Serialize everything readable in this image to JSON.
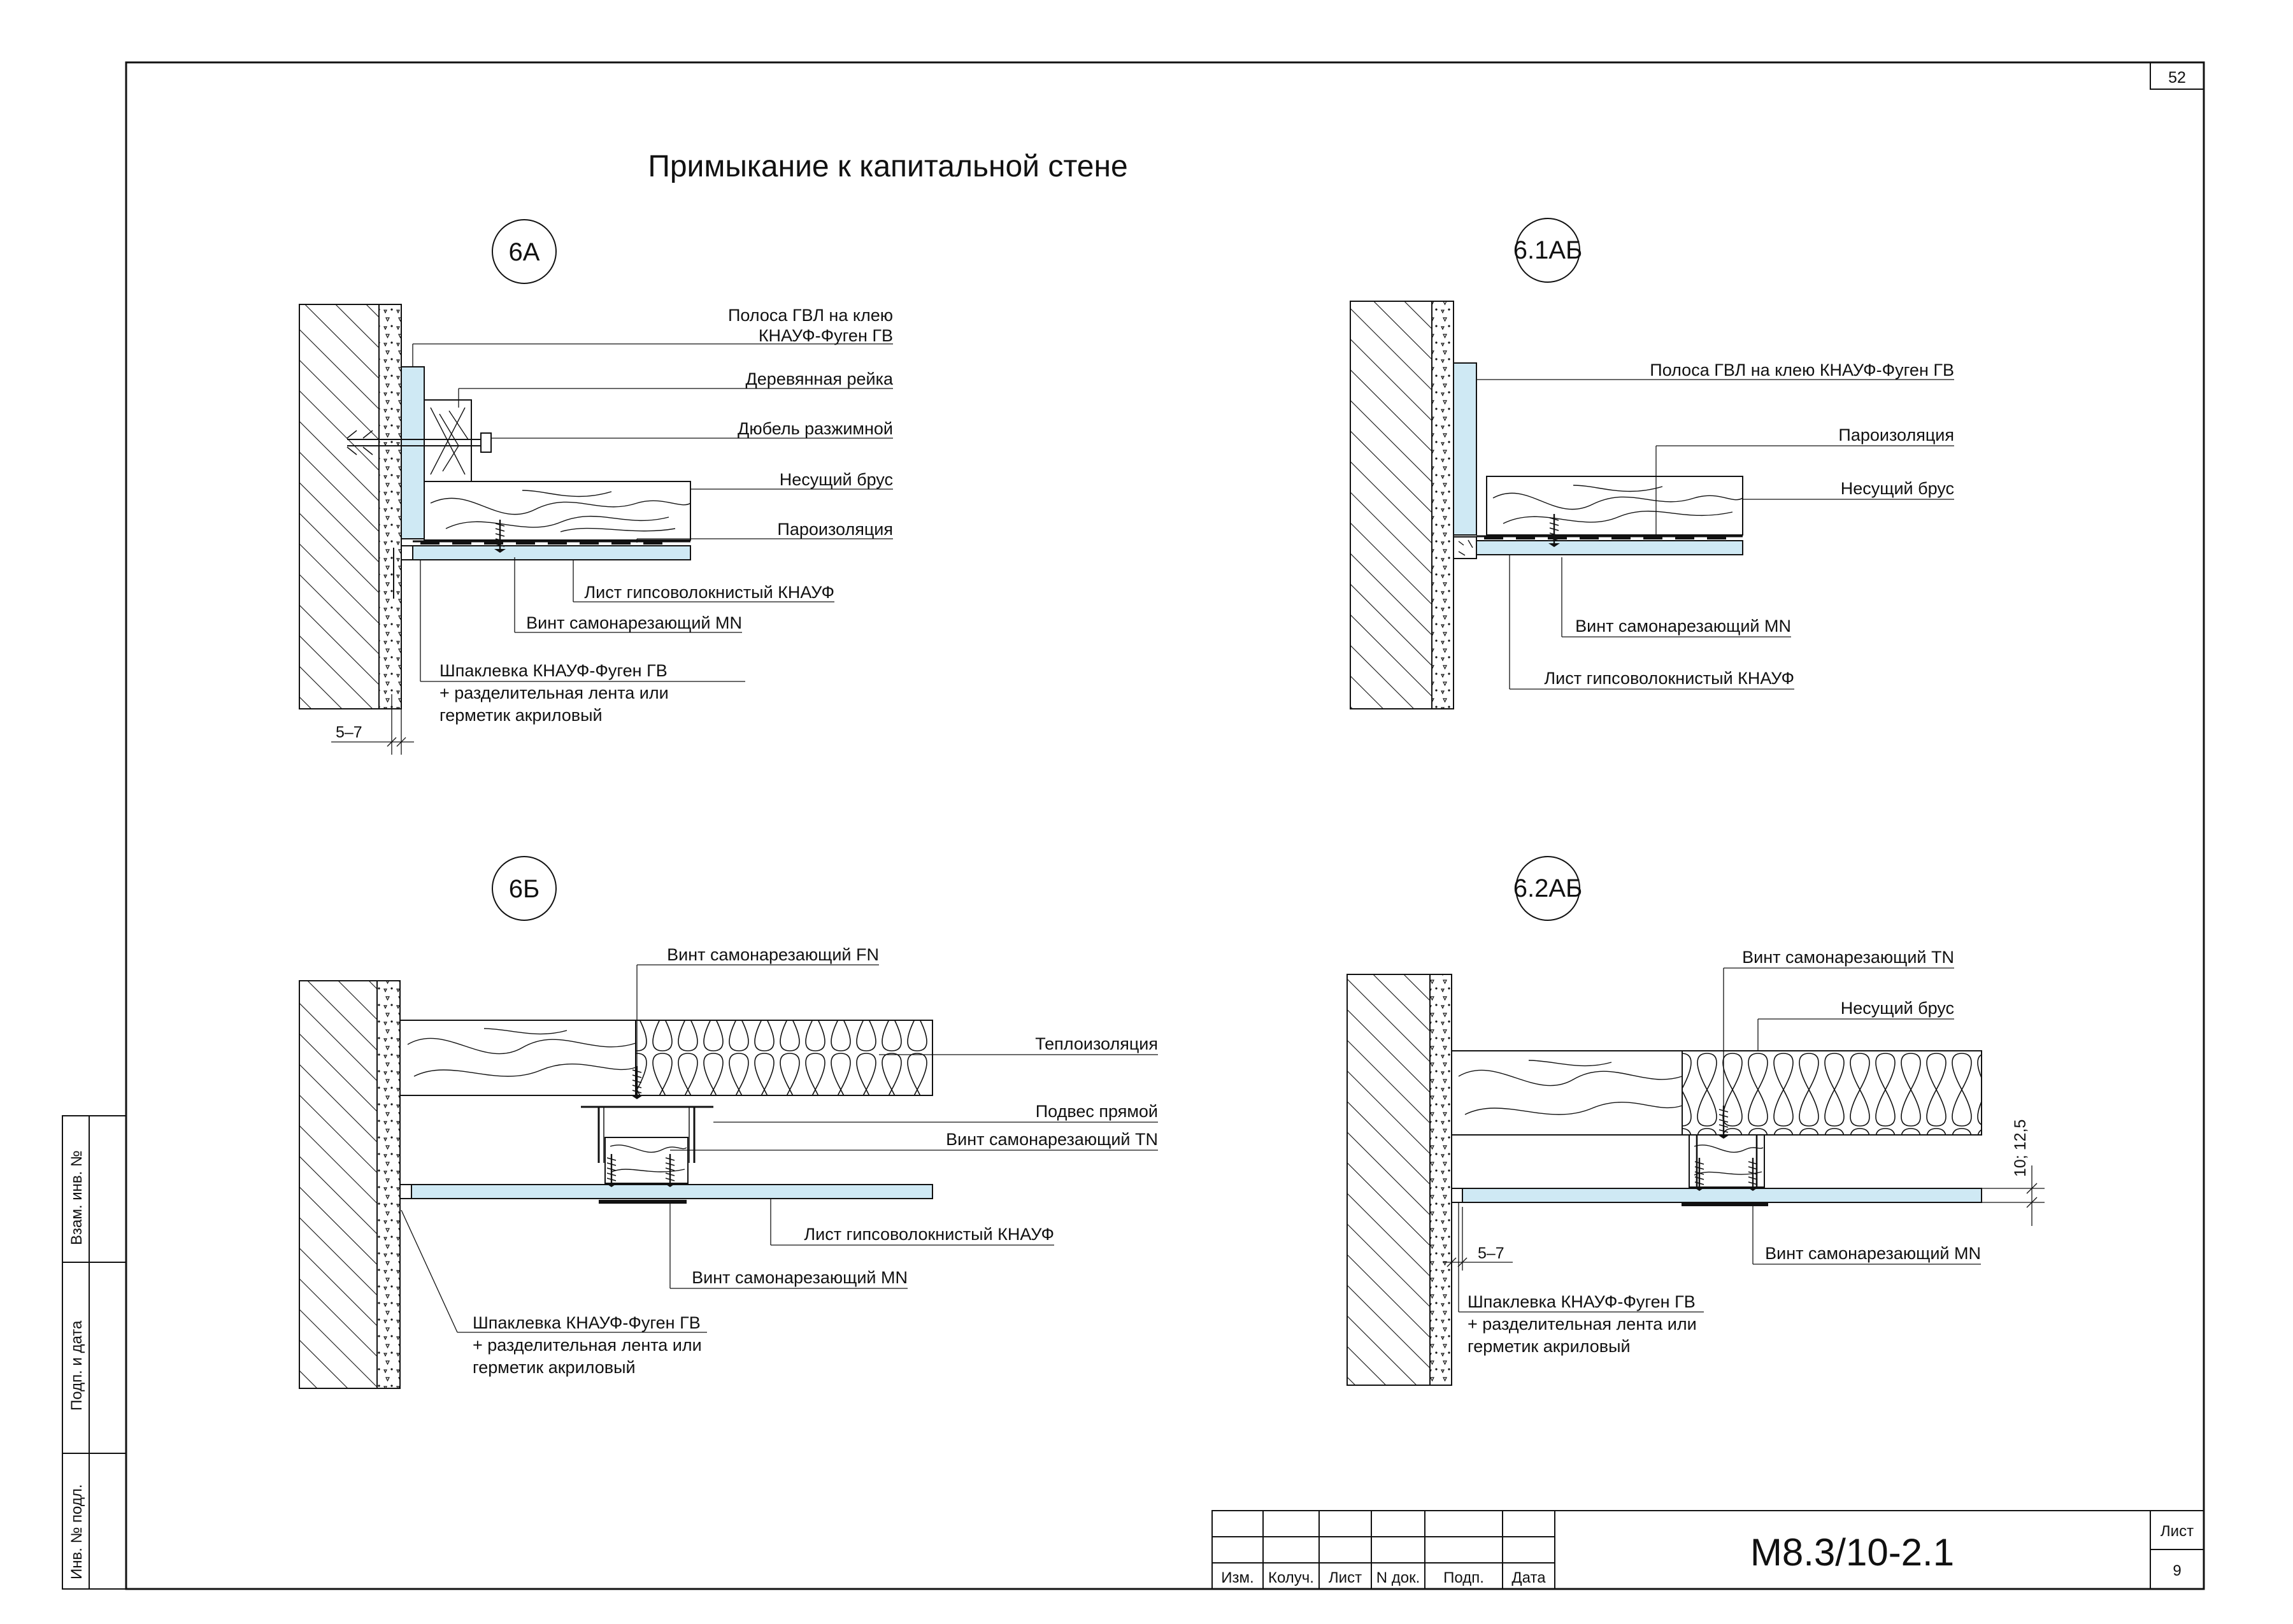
{
  "sheet": {
    "page_number": "52",
    "title": "Примыкание к капитальной стене",
    "code": "М8.3/10-2.1",
    "sheet_label": "Лист",
    "sheet_number": "9",
    "stamp_cols": [
      "Изм.",
      "Колуч.",
      "Лист",
      "N док.",
      "Подп.",
      "Дата"
    ],
    "side_fields": [
      "Взам. инв. №",
      "Подп. и дата",
      "Инв. № подл."
    ]
  },
  "details": {
    "d6a": {
      "id": "6А",
      "labels": {
        "strip_line1": "Полоса ГВЛ на клею",
        "strip_line2": "КНАУФ-Фуген ГВ",
        "batten": "Деревянная рейка",
        "dowel": "Дюбель разжимной",
        "beam": "Несущий брус",
        "vapor": "Пароизоляция",
        "sheet": "Лист гипсоволокнистый КНАУФ",
        "screw": "Винт самонарезающий MN",
        "putty_line1": "Шпаклевка КНАУФ-Фуген ГВ",
        "putty_line2": "+ разделительная лента или",
        "putty_line3": "герметик акриловый"
      },
      "gap": "5–7"
    },
    "d61ab": {
      "id": "6.1АБ",
      "labels": {
        "strip": "Полоса ГВЛ на клею КНАУФ-Фуген ГВ",
        "vapor": "Пароизоляция",
        "beam": "Несущий брус",
        "screw": "Винт самонарезающий MN",
        "sheet": "Лист гипсоволокнистый КНАУФ"
      }
    },
    "d6b": {
      "id": "6Б",
      "labels": {
        "screw_fn": "Винт самонарезающий FN",
        "insulation": "Теплоизоляция",
        "hanger": "Подвес прямой",
        "screw_tn": "Винт самонарезающий TN",
        "sheet": "Лист гипсоволокнистый КНАУФ",
        "screw_mn": "Винт самонарезающий MN",
        "putty_line1": "Шпаклевка КНАУФ-Фуген ГВ",
        "putty_line2": "+ разделительная лента или",
        "putty_line3": "герметик акриловый"
      }
    },
    "d62ab": {
      "id": "6.2АБ",
      "labels": {
        "screw_tn": "Винт самонарезающий TN",
        "beam": "Несущий брус",
        "screw_mn": "Винт самонарезающий MN",
        "putty_line1": "Шпаклевка КНАУФ-Фуген ГВ",
        "putty_line2": "+ разделительная лента или",
        "putty_line3": "герметик акриловый"
      },
      "gap": "5–7",
      "thickness": "10; 12,5"
    }
  },
  "colors": {
    "ink": "#111111",
    "gypsum_fibre_sheet": "#cfe9f4",
    "paper": "#ffffff"
  }
}
